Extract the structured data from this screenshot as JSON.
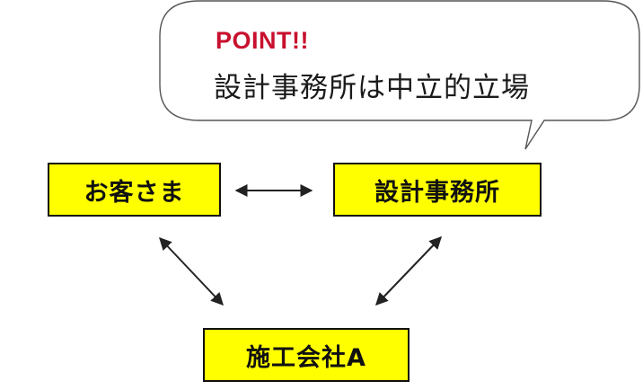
{
  "callout": {
    "title": "POINT!!",
    "text": "設計事務所は中立的立場"
  },
  "nodes": {
    "customer": "お客さま",
    "office": "設計事務所",
    "builder": "施工会社A"
  },
  "colors": {
    "box_fill": "#ffff00",
    "accent": "#c8102e",
    "line": "#222222"
  },
  "arrows": [
    {
      "from": "customer",
      "to": "office",
      "type": "bidirectional"
    },
    {
      "from": "customer",
      "to": "builder",
      "type": "bidirectional"
    },
    {
      "from": "office",
      "to": "builder",
      "type": "bidirectional"
    }
  ]
}
